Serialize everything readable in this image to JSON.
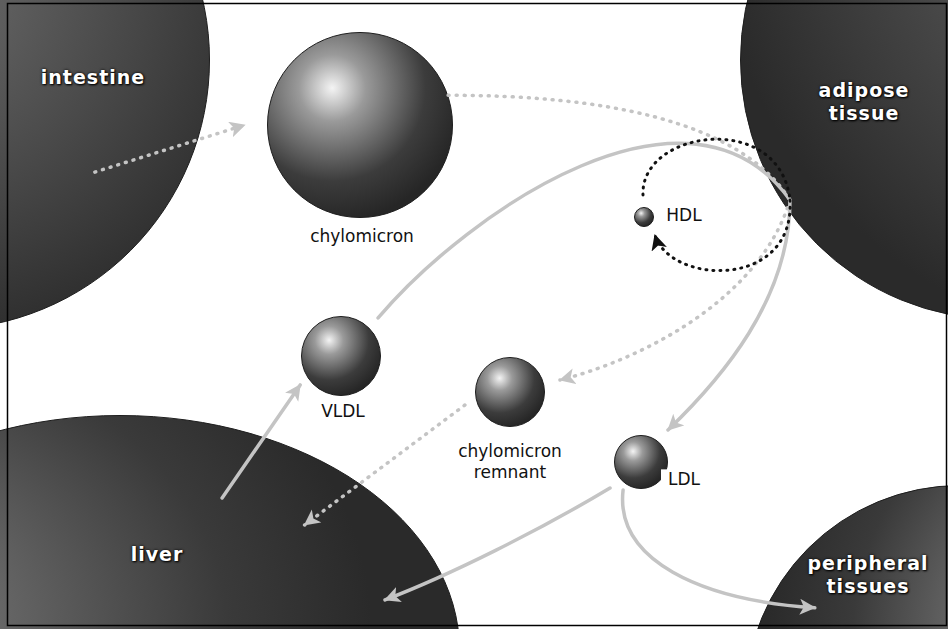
{
  "diagram": {
    "nodes": [
      {
        "text": [
          "intestine"
        ]
      },
      {
        "text": [
          "chylomicron"
        ]
      },
      {
        "text": [
          "adipose tissue"
        ]
      },
      {
        "text": [
          "HDL"
        ]
      },
      {
        "text": [
          "VLDL"
        ]
      },
      {
        "text": [
          "chylomicron remnant"
        ]
      },
      {
        "text": [
          "LDL"
        ]
      },
      {
        "text": [
          "liver"
        ]
      },
      {
        "text": [
          "peripheral tissues"
        ]
      }
    ],
    "edges": [
      {
        "from": 0,
        "to": 1,
        "arrow": "to"
      },
      {
        "from": 1,
        "to": 2,
        "arrow": "none"
      },
      {
        "from": 2,
        "to": 5,
        "arrow": "to"
      },
      {
        "from": 5,
        "to": 7,
        "arrow": "to"
      },
      {
        "from": 7,
        "to": 4,
        "arrow": "to"
      },
      {
        "from": 4,
        "to": 2,
        "arrow": "none"
      },
      {
        "from": 2,
        "to": 6,
        "arrow": "to"
      },
      {
        "from": 6,
        "to": 7,
        "arrow": "to"
      },
      {
        "from": 6,
        "to": 8,
        "arrow": "to"
      },
      {
        "from": 3,
        "to": 2,
        "arrow": "none"
      },
      {
        "from": 2,
        "to": 3,
        "arrow": "to"
      }
    ]
  }
}
